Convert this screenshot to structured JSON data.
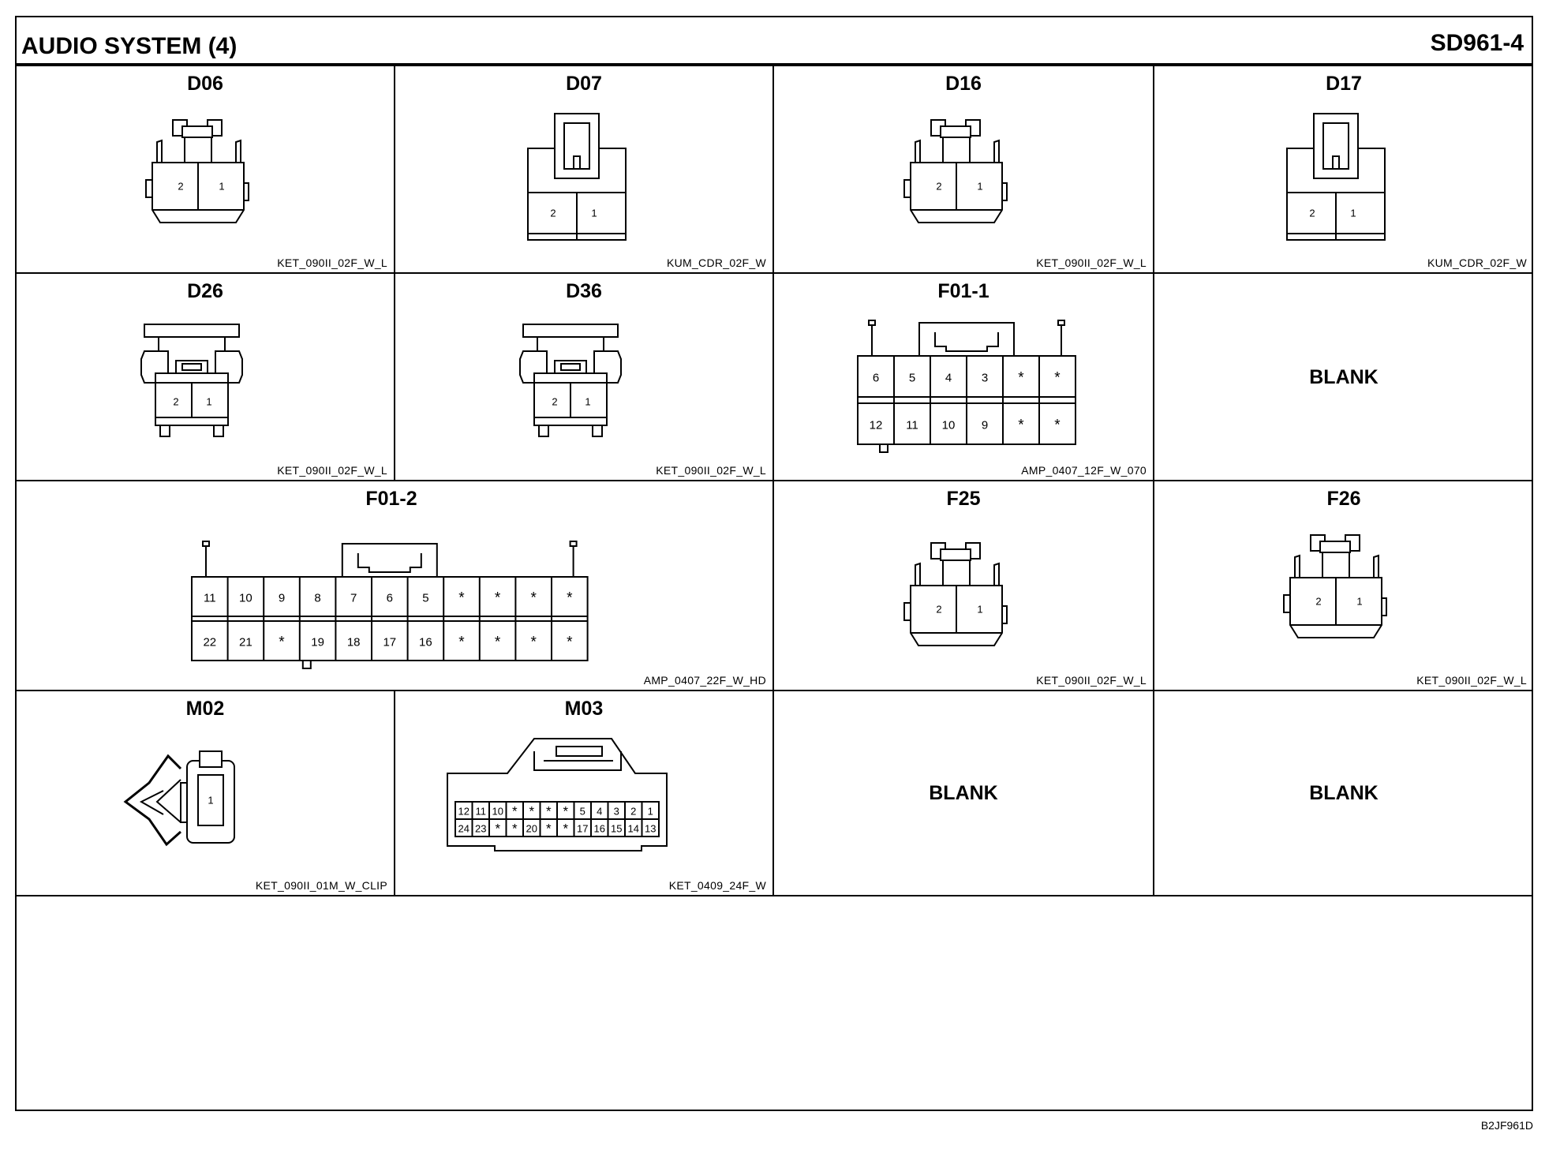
{
  "header": {
    "title": "AUDIO SYSTEM (4)",
    "code": "SD961-4"
  },
  "footer": {
    "code": "B2JF961D"
  },
  "connectors": {
    "d06": {
      "name": "D06",
      "ref": "KET_090II_02F_W_L",
      "pins": [
        "2",
        "1"
      ]
    },
    "d07": {
      "name": "D07",
      "ref": "KUM_CDR_02F_W",
      "pins": [
        "2",
        "1"
      ]
    },
    "d16": {
      "name": "D16",
      "ref": "KET_090II_02F_W_L",
      "pins": [
        "2",
        "1"
      ]
    },
    "d17": {
      "name": "D17",
      "ref": "KUM_CDR_02F_W",
      "pins": [
        "2",
        "1"
      ]
    },
    "d26": {
      "name": "D26",
      "ref": "KET_090II_02F_W_L",
      "pins": [
        "2",
        "1"
      ]
    },
    "d36": {
      "name": "D36",
      "ref": "KET_090II_02F_W_L",
      "pins": [
        "2",
        "1"
      ]
    },
    "f011": {
      "name": "F01-1",
      "ref": "AMP_0407_12F_W_070",
      "top": [
        "6",
        "5",
        "4",
        "3",
        "*",
        "*"
      ],
      "bottom": [
        "12",
        "11",
        "10",
        "9",
        "*",
        "*"
      ]
    },
    "f012": {
      "name": "F01-2",
      "ref": "AMP_0407_22F_W_HD",
      "top": [
        "11",
        "10",
        "9",
        "8",
        "7",
        "6",
        "5",
        "*",
        "*",
        "*",
        "*"
      ],
      "bottom": [
        "22",
        "21",
        "*",
        "19",
        "18",
        "17",
        "16",
        "*",
        "*",
        "*",
        "*"
      ]
    },
    "f25": {
      "name": "F25",
      "ref": "KET_090II_02F_W_L",
      "pins": [
        "2",
        "1"
      ]
    },
    "f26": {
      "name": "F26",
      "ref": "KET_090II_02F_W_L",
      "pins": [
        "2",
        "1"
      ]
    },
    "m02": {
      "name": "M02",
      "ref": "KET_090II_01M_W_CLIP",
      "pins": [
        "1"
      ]
    },
    "m03": {
      "name": "M03",
      "ref": "KET_0409_24F_W",
      "top": [
        "12",
        "11",
        "10",
        "*",
        "*",
        "*",
        "*",
        "5",
        "4",
        "3",
        "2",
        "1"
      ],
      "bottom": [
        "24",
        "23",
        "*",
        "*",
        "20",
        "*",
        "*",
        "17",
        "16",
        "15",
        "14",
        "13"
      ]
    }
  },
  "blanks": {
    "label": "BLANK"
  }
}
